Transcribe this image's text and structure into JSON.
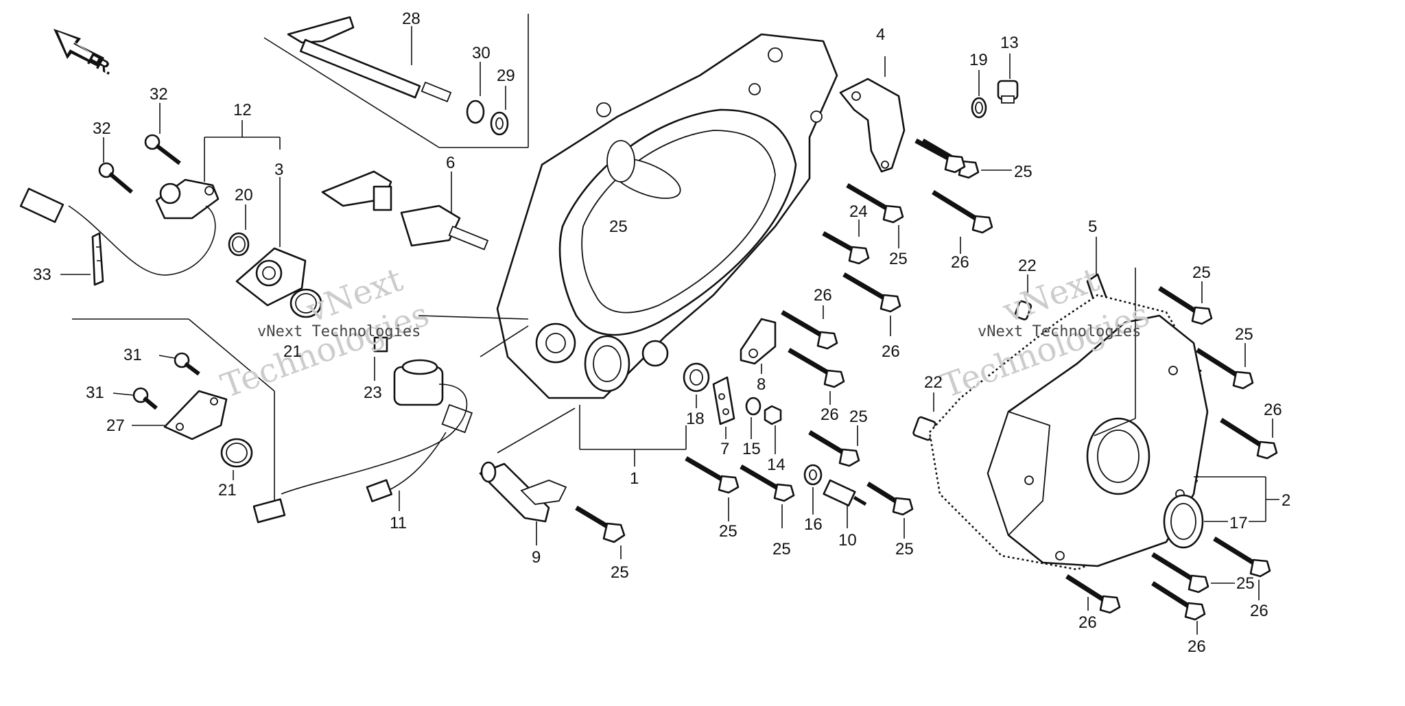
{
  "direction_label": "FR.",
  "watermark": {
    "big_line1": "vNext",
    "big_line2": "Technologies",
    "small": "vNext Technologies"
  },
  "callouts": {
    "c28": "28",
    "c30": "30",
    "c29": "29",
    "c32a": "32",
    "c32b": "32",
    "c12": "12",
    "c3": "3",
    "c20": "20",
    "c6": "6",
    "c33": "33",
    "c21a": "21",
    "c23": "23",
    "c31a": "31",
    "c31b": "31",
    "c27": "27",
    "c21b": "21",
    "c11": "11",
    "c9": "9",
    "c25a": "25",
    "c1": "1",
    "c18": "18",
    "c7": "7",
    "c15": "15",
    "c14": "14",
    "c8": "8",
    "c16": "16",
    "c10": "10",
    "c25b": "25",
    "c25c": "25",
    "c25d": "25",
    "c26a": "26",
    "c26b": "26",
    "c4": "4",
    "c19": "19",
    "c13": "13",
    "c25e": "25",
    "c24": "24",
    "c25f": "25",
    "c26c": "26",
    "c26d": "26",
    "c22a": "22",
    "c22b": "22",
    "c5": "5",
    "c25g": "25",
    "c25h": "25",
    "c26e": "26",
    "c2": "2",
    "c17": "17",
    "c25i": "25",
    "c26f": "26",
    "c26g": "26",
    "c26h": "26",
    "c25j": "25"
  }
}
